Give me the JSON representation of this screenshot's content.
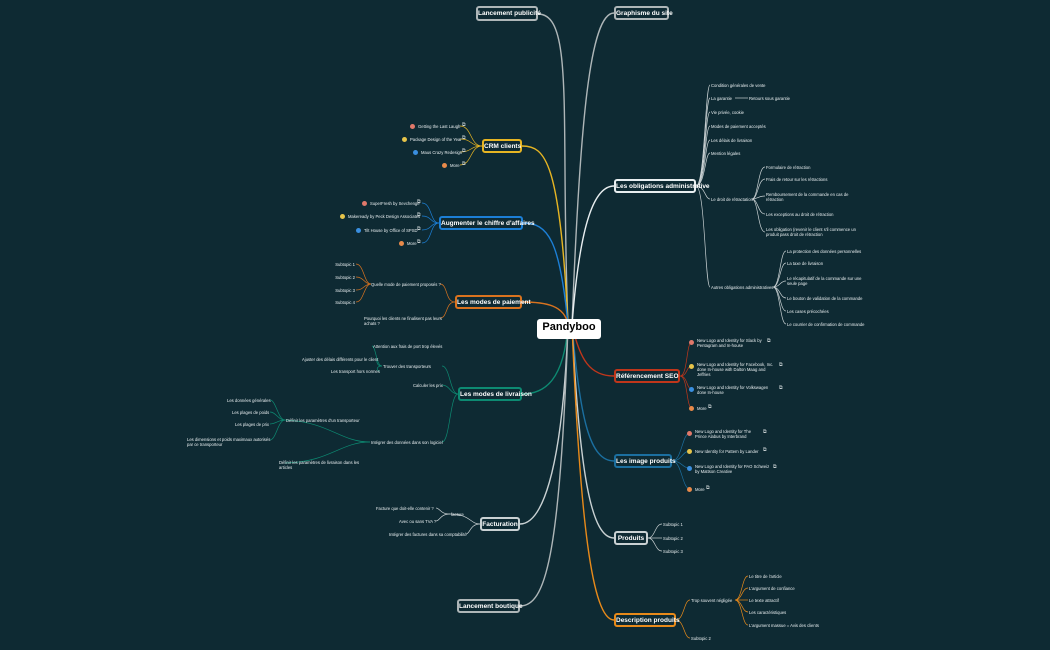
{
  "central_topic": "Pandyboo",
  "topics": {
    "lancement_publicite": "Lancement publicité",
    "crm": {
      "label": "CRM clients",
      "items": [
        "Getting the Last Laugh",
        "Package Design of the Year",
        "Maus Crazy Redesign",
        "More"
      ]
    },
    "augmenter": {
      "label": "Augmenter le chiffre d'affaires",
      "items": [
        "SuperFresh by Sevchenge",
        "Makeready by Peck Design Associates",
        "Tilt House by Office of SPSD",
        "More"
      ]
    },
    "modes_paiement": {
      "label": "Les modes de paiement",
      "question": "Quelle mode de paiement proposés ?",
      "subtopics": [
        "Subtopic 1",
        "Subtopic 2",
        "Subtopic 3",
        "Subtopic 4"
      ],
      "note": "Pourquoi les clients ne finalisent pas leurs achats ?"
    },
    "modes_livraison": {
      "label": "Les modes de livraison",
      "trouver": "Trouver des transporteurs",
      "attention": "Attention aux frais de port trop élevés",
      "ajuster": "Ajuster des délais différents pour le client",
      "transport": "Les transport hors normes",
      "calculer": "Calculer les prix",
      "integrer": "Intégrer des données dans son logiciel",
      "definir_transporteur": "Définir les paramètres d'un transporteur",
      "params": [
        "Les données générales",
        "Les plages de poids",
        "Les plages de prix",
        "Les dimensions et poids maximaux autorisés par ce transporteur"
      ],
      "definir_livraison": "Définir les paramètres de livraison dans les articles"
    },
    "facturation": {
      "label": "Facturation",
      "facture": "facture",
      "items": [
        "Facture que doit-elle contenir ?",
        "Avec ou sans TVA ?"
      ],
      "integrer": "Intégrer des factures dans sa comptabilité"
    },
    "lancement_boutique": "Lancement boutique",
    "graphisme": "Graphisme du site",
    "obligations": {
      "label": "Les obligations administrative",
      "items": [
        "Condition générales de vente",
        "La garantie",
        "Vie privée, cookie",
        "Modes de paiement acceptés",
        "Les délais de livraison",
        "Mention légales"
      ],
      "garantie_retour": "Retours sous garantie",
      "droit_retractation": "Le droit de rétractation",
      "droit_items": [
        "Formulaire de rétraction",
        "Frais de retour sur les rétractions",
        "Remboursement de la commande en cas de rétraction",
        "Les exceptions au droit de rétraction",
        "Les obligation (revenir le client s'il commence un produit pass droit de rétraction"
      ],
      "autres": "Autres obligations administratives",
      "autres_items": [
        "La protection des données personnelles",
        "La taxe de livraison",
        "Le récapitulatif de la commande sur une seule page",
        "Le bouton de validation de la commande",
        "Les cases précochées",
        "Le courrier de confirmation de commande"
      ]
    },
    "seo": {
      "label": "Référencement SEO",
      "items": [
        "New Logo and Identity for Slack by Pentagram and In-house",
        "New Logo and Identity for Facebook, Inc. done In-house with Dalton Maag and Jeffries",
        "New Logo and Identity for Volkswagen done In-house",
        "More"
      ]
    },
    "images": {
      "label": "Les image produits",
      "items": [
        "New Logo and Identity for The Prince Alabus by Interbrand",
        "New Identity for Pattern by Lander",
        "New Logo and Identity for PAO Schweiz by Mattson Creative",
        "More"
      ]
    },
    "produits": {
      "label": "Produits",
      "subtopics": [
        "Subtopic 1",
        "Subtopic 2",
        "Subtopic 3"
      ]
    },
    "description": {
      "label": "Description produits",
      "trop": "Trop souvent négligée",
      "items": [
        "Le titre de l'article",
        "L'argument de confiance",
        "Le texte attractif",
        "Les caractéristiques",
        "L'argument massue = Avis des clients"
      ],
      "subtopic": "Subtopic 2"
    }
  },
  "colors": {
    "background": "#0e2a33",
    "crm": "#e6b523",
    "augmenter": "#1c7fd6",
    "paiement": "#d9731f",
    "livraison": "#0d8a72",
    "seo": "#c0361b",
    "images": "#1b6fa0",
    "description": "#e88a1a",
    "neutral": "#c9d1d3"
  }
}
